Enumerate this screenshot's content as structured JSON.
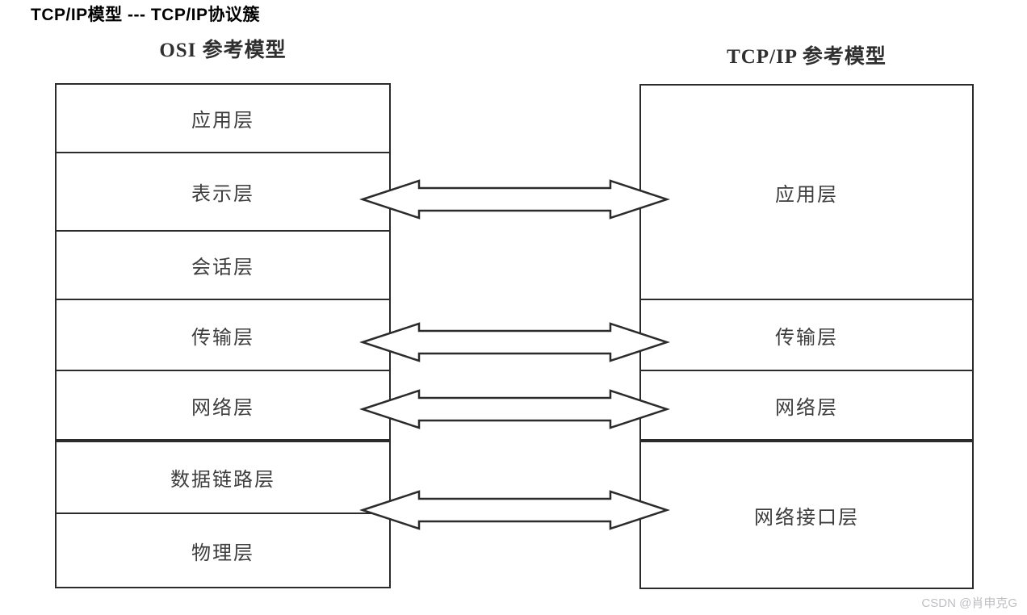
{
  "page_title": "TCP/IP模型 --- TCP/IP协议簇",
  "diagram": {
    "osi": {
      "title": "OSI 参考模型",
      "layers": [
        "应用层",
        "表示层",
        "会话层",
        "传输层",
        "网络层",
        "数据链路层",
        "物理层"
      ]
    },
    "tcpip": {
      "title": "TCP/IP 参考模型",
      "layers": [
        "应用层",
        "传输层",
        "网络层",
        "网络接口层"
      ]
    },
    "arrows": {
      "type": "double-headed",
      "count": 4,
      "connections": [
        {
          "from": "表示层",
          "to": "应用层"
        },
        {
          "from": "传输层",
          "to": "传输层"
        },
        {
          "from": "网络层",
          "to": "网络层"
        },
        {
          "from": "数据链路层/物理层",
          "to": "网络接口层"
        }
      ]
    }
  },
  "watermark": "CSDN @肖申克G",
  "colors": {
    "line": "#2b2b2b",
    "label_text": "#3d3d3d",
    "title_text": "#000000",
    "watermark_text": "#bfbfc3",
    "background": "#ffffff",
    "arrow_fill": "#ffffff"
  }
}
